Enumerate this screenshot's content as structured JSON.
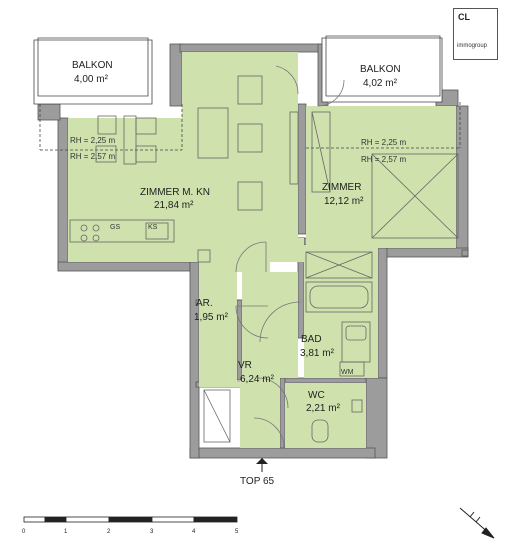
{
  "logo": {
    "initials": "CL",
    "name": "immogroup"
  },
  "rooms": {
    "balkon_left": {
      "name": "BALKON",
      "area": "4,00 m²"
    },
    "balkon_right": {
      "name": "BALKON",
      "area": "4,02 m²"
    },
    "zimmer_kn": {
      "name": "ZIMMER M. KN",
      "area": "21,84 m²"
    },
    "zimmer": {
      "name": "ZIMMER",
      "area": "12,12 m²"
    },
    "ar": {
      "name": "AR.",
      "area": "1,95 m²"
    },
    "bad": {
      "name": "BAD",
      "area": "3,81 m²"
    },
    "vr": {
      "name": "VR",
      "area": "6,24 m²"
    },
    "wc": {
      "name": "WC",
      "area": "2,21 m²"
    }
  },
  "heights": {
    "left_1": "RH = 2,25 m",
    "left_2": "RH = 2,57 m",
    "right_1": "RH = 2,25 m",
    "right_2": "RH = 2,57 m"
  },
  "fixtures": {
    "gs": "GS",
    "ks": "KS",
    "wm": "WM"
  },
  "entrance": {
    "label": "TOP 65"
  },
  "scale": {
    "ticks": [
      "0",
      "1",
      "2",
      "3",
      "4",
      "5"
    ]
  },
  "colors": {
    "room_fill": "#cfe2ad",
    "wall": "#9a9a9a",
    "wall_edge": "#555555"
  }
}
